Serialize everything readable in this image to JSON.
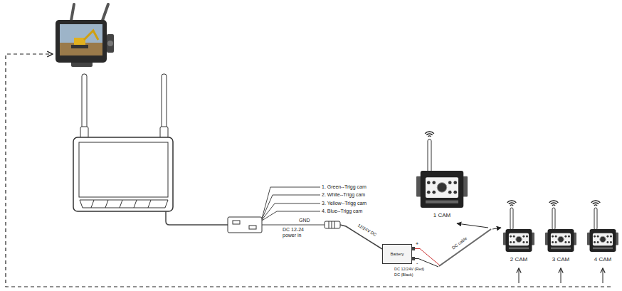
{
  "diagram": {
    "nodes": [
      {
        "text": [
          "1 CAM"
        ]
      },
      {
        "text": [
          "Battery"
        ]
      },
      {
        "text": [
          "2 CAM"
        ]
      },
      {
        "text": [
          "3 CAM"
        ]
      },
      {
        "text": [
          "4 CAM"
        ]
      }
    ],
    "labels": [
      "1. Green--Trigg cam",
      "2. White--Trigg cam",
      "3. Yellow--Trigg cam",
      "4. Blue--Trigg cam",
      "GND",
      "DC 12-24 power in",
      "12/24V DC",
      "+",
      "-",
      "DC 12/24V (Red)",
      "DC (Black)",
      "DC cable"
    ]
  }
}
